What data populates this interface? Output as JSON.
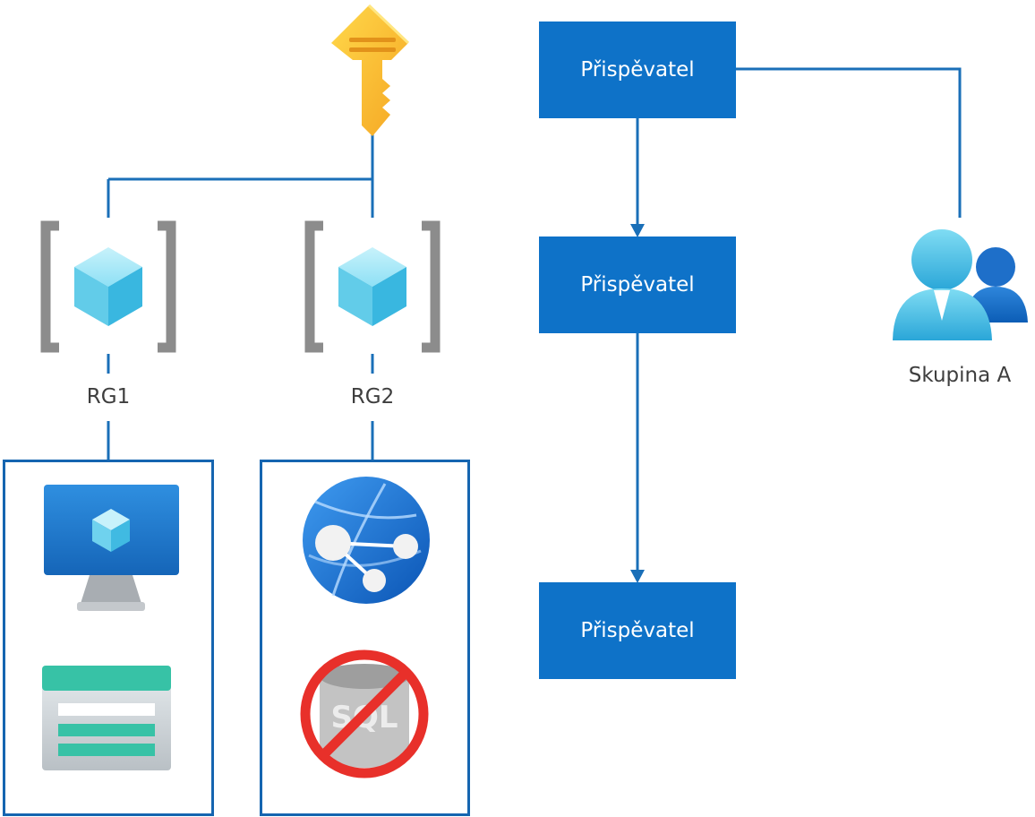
{
  "diagram": {
    "role_boxes": [
      {
        "label": "Přispěvatel"
      },
      {
        "label": "Přispěvatel"
      },
      {
        "label": "Přispěvatel"
      }
    ],
    "resource_groups": [
      {
        "label": "RG1",
        "resources": [
          "virtual-machine-icon",
          "storage-account-icon"
        ]
      },
      {
        "label": "RG2",
        "resources": [
          "web-app-icon",
          "sql-database-blocked-icon"
        ]
      }
    ],
    "group": {
      "label": "Skupina A"
    },
    "icons": {
      "top": "key-icon",
      "resource_group": "resource-group-icon",
      "group": "user-group-icon"
    },
    "colors": {
      "role_box": "#0e72c8",
      "connector": "#1a6fb8",
      "rg_border": "#1565b0",
      "deny": "#e8302a"
    }
  }
}
